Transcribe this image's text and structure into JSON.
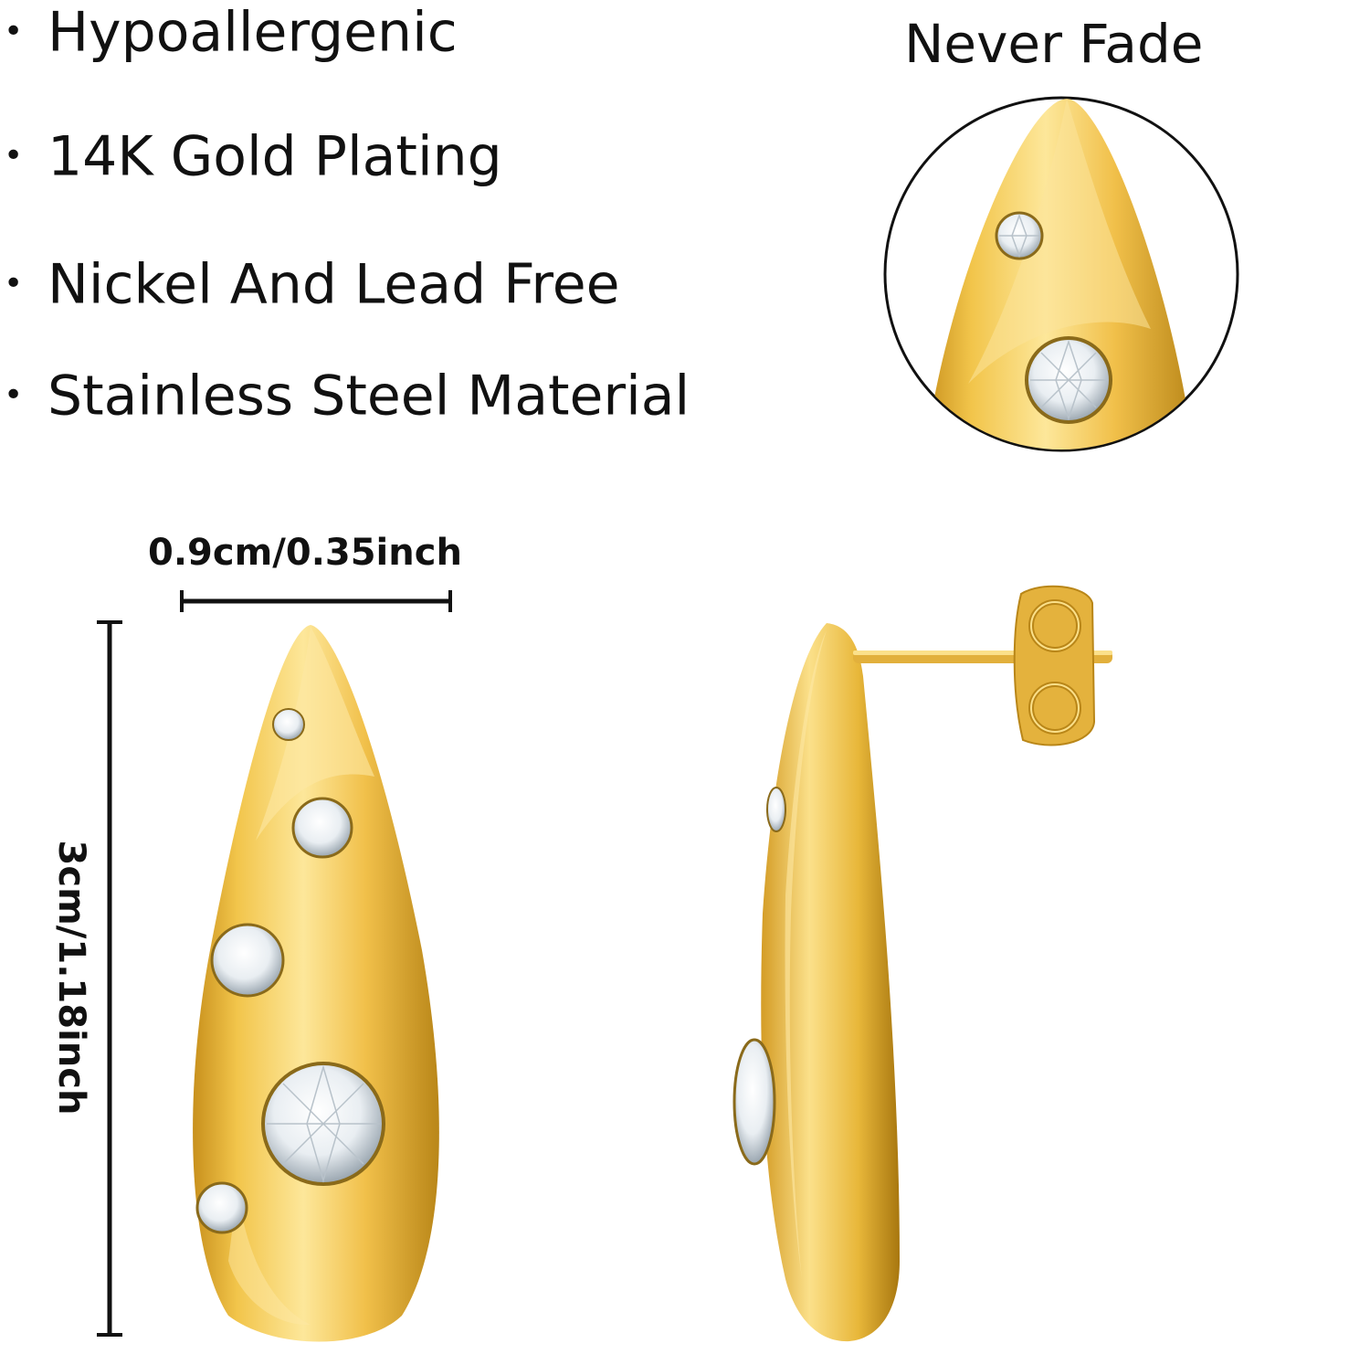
{
  "features": [
    {
      "bullet": "•",
      "text": "Hypoallergenic"
    },
    {
      "bullet": "•",
      "text": "14K Gold Plating"
    },
    {
      "bullet": "•",
      "text": "Nickel And Lead Free"
    },
    {
      "bullet": "•",
      "text": "Stainless Steel Material"
    }
  ],
  "callout": {
    "title": "Never Fade"
  },
  "dimensions": {
    "width": "0.9cm/0.35inch",
    "height": "3cm/1.18inch"
  },
  "colors": {
    "gold": "#e8b73a",
    "gold_light": "#fbe08a",
    "gold_dark": "#b98618",
    "text": "#111111"
  }
}
